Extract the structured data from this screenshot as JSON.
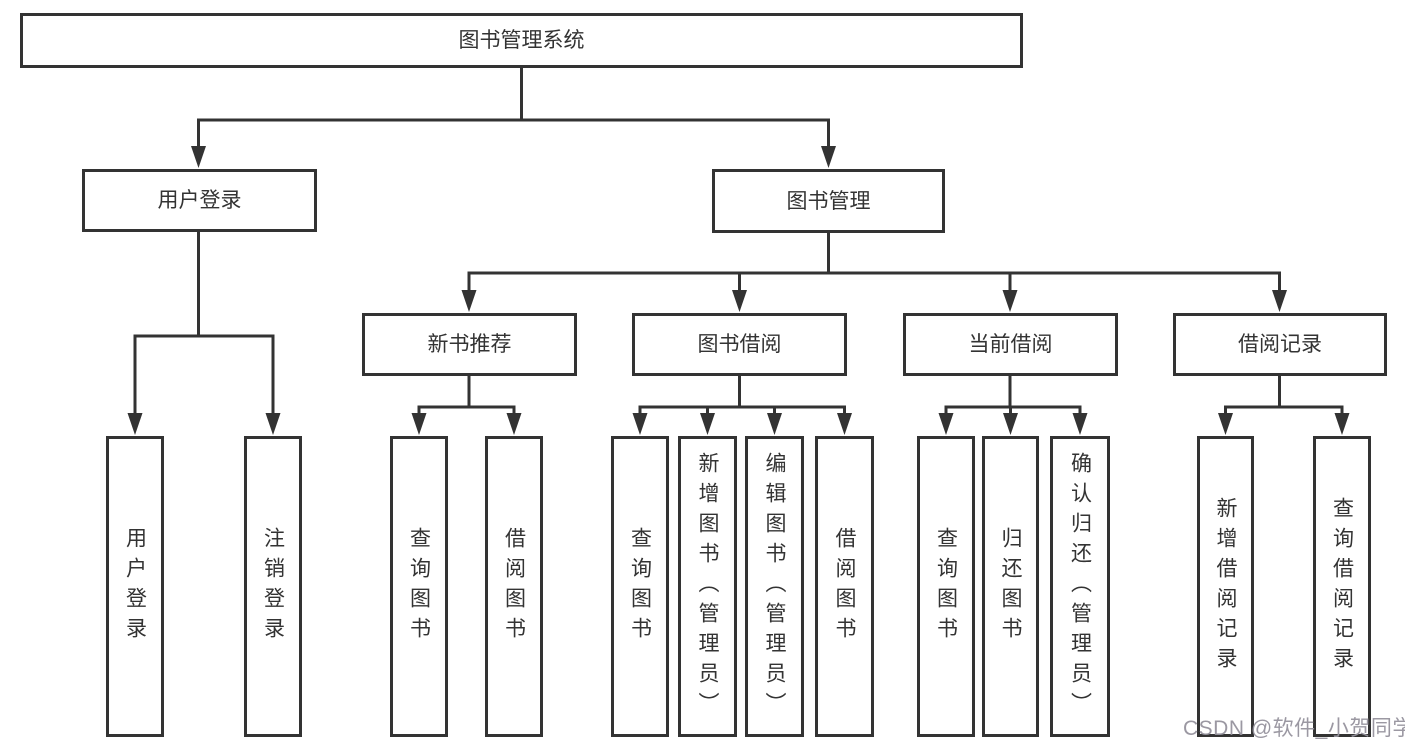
{
  "diagram": {
    "root": {
      "label": "图书管理系统"
    },
    "level1": [
      {
        "label": "用户登录",
        "children": [
          {
            "label": "用户登录"
          },
          {
            "label": "注销登录"
          }
        ]
      },
      {
        "label": "图书管理",
        "children": [
          {
            "label": "新书推荐",
            "children": [
              {
                "label": "查询图书"
              },
              {
                "label": "借阅图书"
              }
            ]
          },
          {
            "label": "图书借阅",
            "children": [
              {
                "label": "查询图书"
              },
              {
                "label": "新增图书（管理员）"
              },
              {
                "label": "编辑图书（管理员）"
              },
              {
                "label": "借阅图书"
              }
            ]
          },
          {
            "label": "当前借阅",
            "children": [
              {
                "label": "查询图书"
              },
              {
                "label": "归还图书"
              },
              {
                "label": "确认归还（管理员）"
              }
            ]
          },
          {
            "label": "借阅记录",
            "children": [
              {
                "label": "新增借阅记录"
              },
              {
                "label": "查询借阅记录"
              }
            ]
          }
        ]
      }
    ]
  },
  "watermark": {
    "text": "CSDN @软件_小贺同学"
  },
  "colors": {
    "line": "#333333",
    "text": "#333333",
    "box_background": "#ffffff",
    "watermark": "#96939e",
    "background": "#ffffff"
  }
}
